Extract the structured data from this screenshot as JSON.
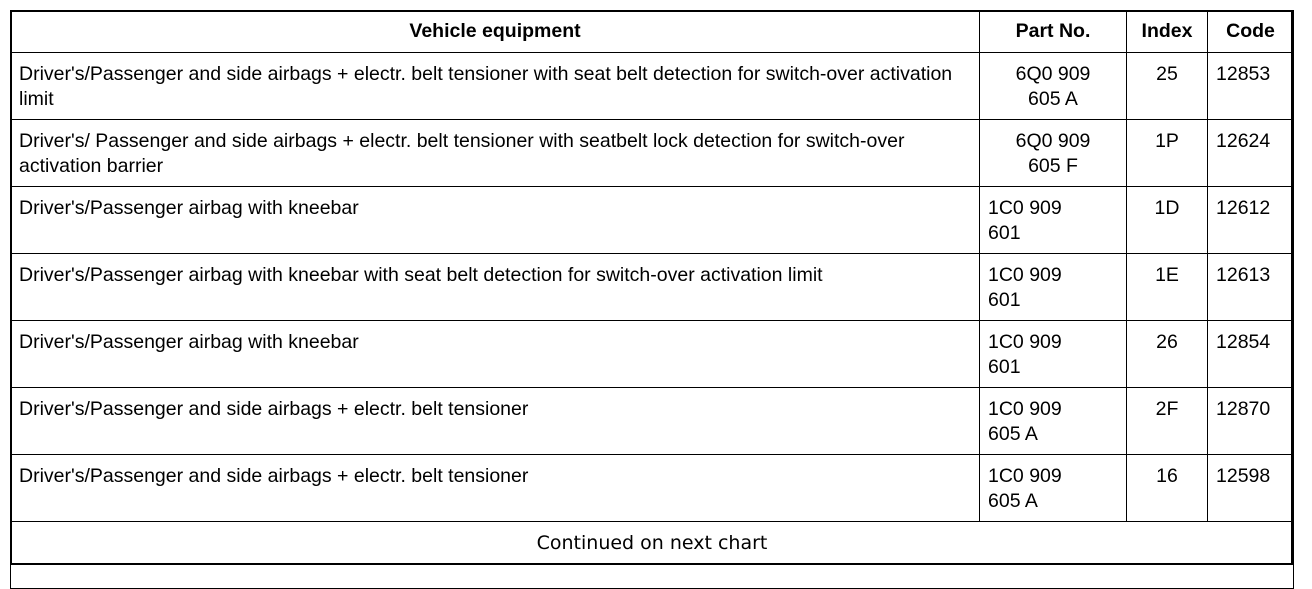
{
  "table": {
    "headers": {
      "equipment": "Vehicle equipment",
      "part": "Part No.",
      "index": "Index",
      "code": "Code"
    },
    "rows": [
      {
        "equipment": "Driver's/Passenger and side airbags + electr. belt tensioner with seat belt detection for switch-over activation limit",
        "part_line1": "6Q0 909",
        "part_line2": "605 A",
        "index": "25",
        "code": "12853"
      },
      {
        "equipment": "Driver's/ Passenger and side airbags + electr. belt tensioner with seatbelt lock detection for switch-over activation barrier",
        "part_line1": "6Q0 909",
        "part_line2": "605 F",
        "index": "1P",
        "code": "12624"
      },
      {
        "equipment": "Driver's/Passenger airbag with kneebar",
        "part_line1": "1C0 909",
        "part_line2": "601",
        "index": "1D",
        "code": "12612"
      },
      {
        "equipment": "Driver's/Passenger airbag with kneebar with seat belt detection for switch-over activation limit",
        "part_line1": "1C0 909",
        "part_line2": "601",
        "index": "1E",
        "code": "12613"
      },
      {
        "equipment": "Driver's/Passenger airbag with kneebar",
        "part_line1": "1C0 909",
        "part_line2": "601",
        "index": "26",
        "code": "12854"
      },
      {
        "equipment": "Driver's/Passenger and side airbags + electr. belt tensioner",
        "part_line1": "1C0 909",
        "part_line2": "605 A",
        "index": "2F",
        "code": "12870"
      },
      {
        "equipment": "Driver's/Passenger and side airbags + electr. belt tensioner",
        "part_line1": "1C0 909",
        "part_line2": "605 A",
        "index": "16",
        "code": "12598"
      }
    ],
    "footer": "Continued on next chart"
  }
}
